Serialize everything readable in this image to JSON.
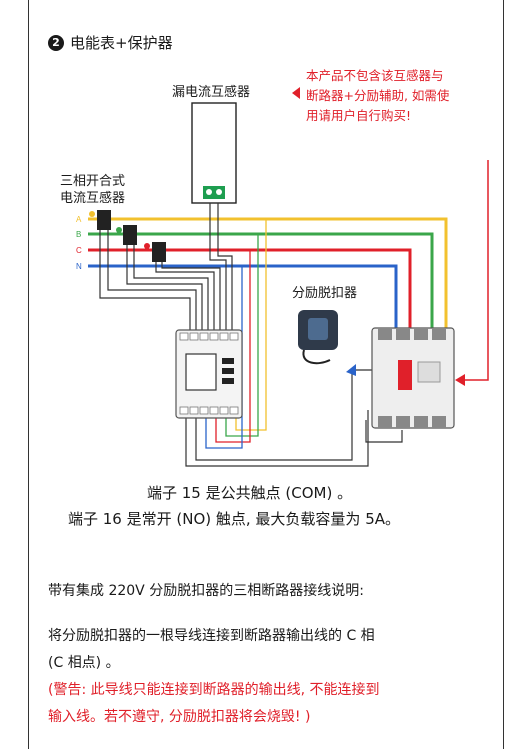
{
  "heading": {
    "number": "2",
    "title": "电能表+保护器"
  },
  "labels": {
    "leakage_ct": "漏电流互感器",
    "three_phase_ct_line1": "三相开合式",
    "three_phase_ct_line2": "电流互感器",
    "shunt_trip": "分励脱扣器",
    "phase_a": "A",
    "phase_b": "B",
    "phase_c": "C",
    "phase_n": "N"
  },
  "notice_lines": [
    "本产品不包含该互感器与",
    "断路器+分励辅助, 如需使",
    "用请用户自行购买!"
  ],
  "terminal_notes": [
    "端子 15 是公共触点 (COM) 。",
    "端子 16 是常开 (NO) 触点, 最大负载容量为 5A。"
  ],
  "instructions": {
    "title": "带有集成 220V 分励脱扣器的三相断路器接线说明:",
    "body_line1": "将分励脱扣器的一根导线连接到断路器输出线的 C 相",
    "body_line2": "(C 相点) 。",
    "warning_line1": "(警告: 此导线只能连接到断路器的输出线, 不能连接到",
    "warning_line2": "输入线。若不遵守, 分励脱扣器将会烧毁! )"
  },
  "colors": {
    "phase_a": "#f2c12e",
    "phase_b": "#3aa64a",
    "phase_c": "#e0202a",
    "phase_n": "#2a63c9",
    "notice": "#e0202a"
  }
}
